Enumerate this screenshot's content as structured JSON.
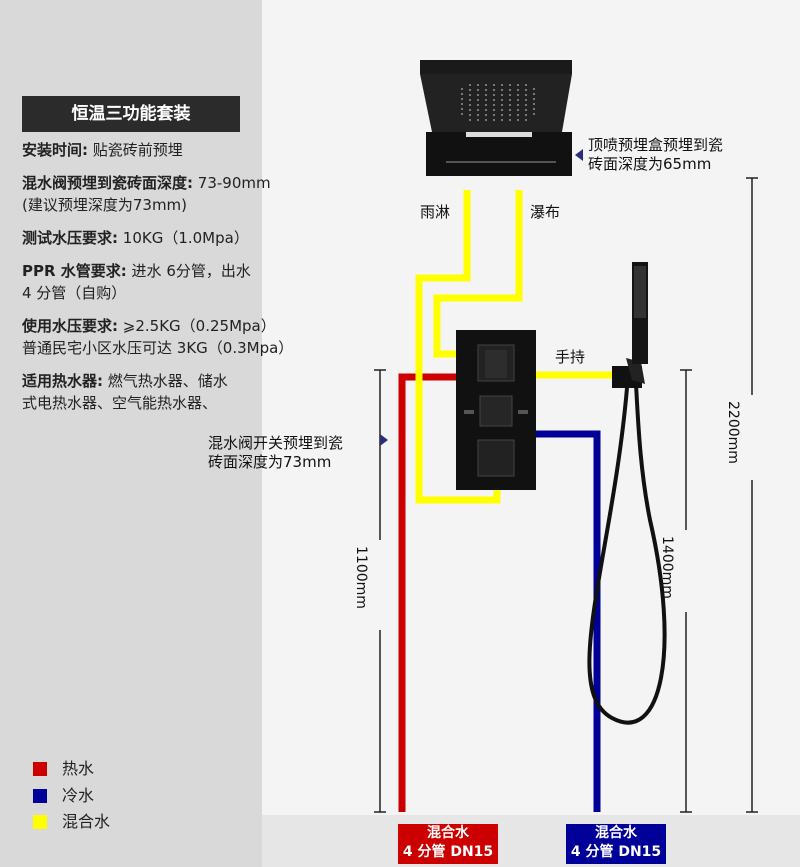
{
  "title": "恒温三功能套装",
  "specs": [
    {
      "label": "安装时间:",
      "lines": [
        "贴瓷砖前预埋"
      ]
    },
    {
      "label": "混水阀预埋到瓷砖面深度:",
      "lines": [
        "73-90mm",
        "(建议预埋深度为73mm)"
      ]
    },
    {
      "label": "测试水压要求:",
      "lines": [
        "10KG（1.0Mpa）"
      ]
    },
    {
      "label": "PPR 水管要求:",
      "lines": [
        "进水 6分管，出水",
        "4 分管（自购）"
      ]
    },
    {
      "label": "使用水压要求:",
      "lines": [
        "⩾2.5KG（0.25Mpa）",
        "普通民宅小区水压可达 3KG（0.3Mpa）"
      ]
    },
    {
      "label": "适用热水器:",
      "lines": [
        "燃气热水器、储水",
        "式电热水器、空气能热水器、"
      ]
    }
  ],
  "legend": [
    {
      "label": "热水",
      "color": "#cc0000"
    },
    {
      "label": "冷水",
      "color": "#000099"
    },
    {
      "label": "混合水",
      "color": "#ffff00"
    }
  ],
  "labels": {
    "rain": "雨淋",
    "waterfall": "瀑布",
    "handheld": "手持",
    "top_box_line1": "顶喷预埋盒预埋到瓷",
    "top_box_line2": "砖面深度为65mm",
    "valve_line1": "混水阀开关预埋到瓷",
    "valve_line2": "砖面深度为73mm"
  },
  "dimensions": {
    "total": "2200mm",
    "valve": "1100mm",
    "holder": "1400mm"
  },
  "pipe_tags": [
    {
      "line1": "混合水",
      "line2": "4 分管 DN15",
      "color": "#cc0000"
    },
    {
      "line1": "混合水",
      "line2": "4 分管 DN15",
      "color": "#000099"
    }
  ]
}
